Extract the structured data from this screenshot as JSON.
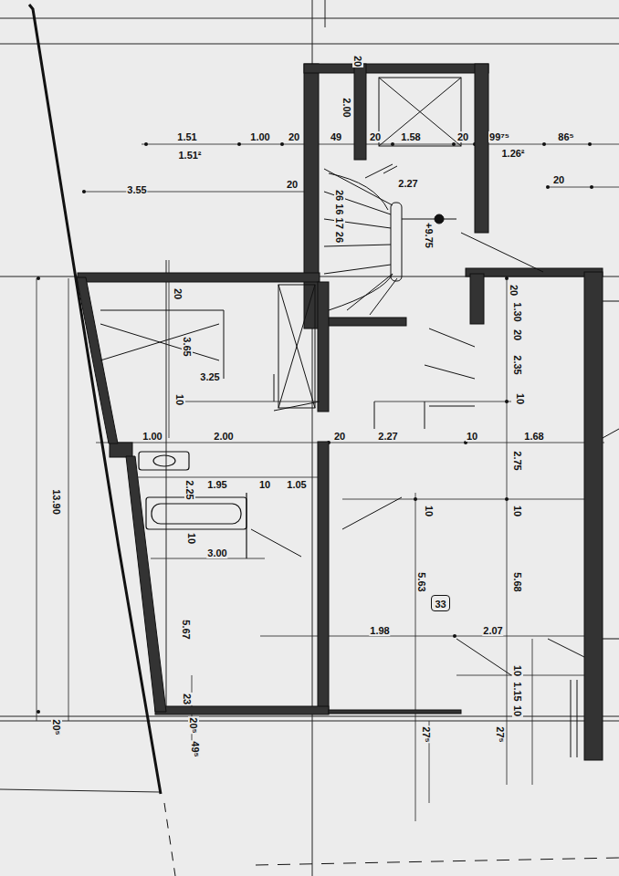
{
  "diagram": {
    "nodes": [
      {
        "text": [
          "33"
        ]
      }
    ],
    "labels": [
      "1.51",
      "1.51²",
      "1.00",
      "20",
      "49",
      "20",
      "1.58",
      "20",
      "99⁷⁵",
      "1.26²",
      "86⁵",
      "3.55",
      "20",
      "20",
      "2.27",
      "+9.75",
      "2.00",
      "20",
      "26 16 17 26",
      "20",
      "3.65",
      "3.25",
      "10",
      "1.00",
      "2.00",
      "20",
      "2.27",
      "10",
      "1.68",
      "1.95",
      "10",
      "1.05",
      "2.25",
      "10",
      "3.00",
      "5.67",
      "13.90",
      "20⁵",
      "23",
      "20⁵",
      "49⁵",
      "10",
      "5.63",
      "5.68",
      "1.98",
      "2.07",
      "10",
      "2.75",
      "20",
      "1.30",
      "20",
      "2.35",
      "10",
      "10",
      "1.15",
      "10",
      "27⁵",
      "27⁵"
    ]
  }
}
